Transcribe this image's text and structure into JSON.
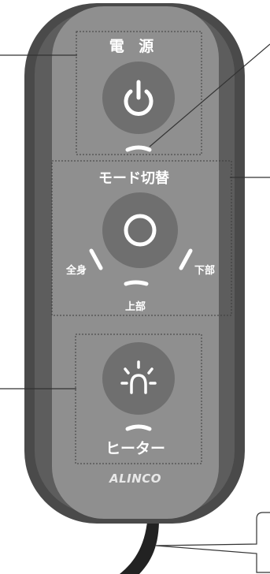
{
  "power": {
    "title": "電 源",
    "icon": "power-icon"
  },
  "mode": {
    "title": "モード切替",
    "icon": "circle-icon",
    "indicators": {
      "full": "全身",
      "upper": "上部",
      "lower": "下部"
    }
  },
  "heater": {
    "title": "ヒーター",
    "icon": "lightbulb-icon"
  },
  "brand": "ALINCO",
  "colors": {
    "body_outer": "#4a4a4a",
    "side_stripe": "#5c5c5c",
    "face_panel": "#8e8e8e",
    "button": "#6f6f6f",
    "text": "#ffffff",
    "cord": "#222222"
  }
}
